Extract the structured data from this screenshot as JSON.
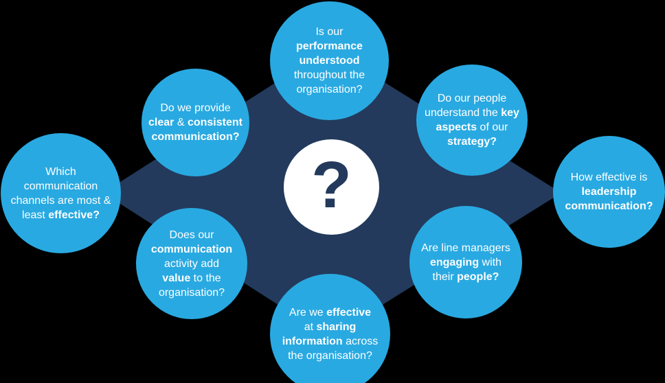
{
  "colors": {
    "background": "#000000",
    "diamond": "#233a5c",
    "bubble": "#29a9e1",
    "bubble_text": "#ffffff",
    "center_circle": "#ffffff",
    "question_mark": "#233a5c"
  },
  "center": {
    "symbol": "?"
  },
  "bubbles": [
    {
      "id": "top",
      "lines": [
        [
          {
            "text": "Is our",
            "bold": false
          }
        ],
        [
          {
            "text": "performance",
            "bold": true
          }
        ],
        [
          {
            "text": "understood",
            "bold": true
          }
        ],
        [
          {
            "text": "throughout the",
            "bold": false
          }
        ],
        [
          {
            "text": "organisation?",
            "bold": false
          }
        ]
      ]
    },
    {
      "id": "top-left",
      "lines": [
        [
          {
            "text": "Do we provide",
            "bold": false
          }
        ],
        [
          {
            "text": "clear",
            "bold": true
          },
          {
            "text": " & ",
            "bold": false
          },
          {
            "text": "consistent",
            "bold": true
          }
        ],
        [
          {
            "text": "communication?",
            "bold": true
          }
        ]
      ]
    },
    {
      "id": "left",
      "lines": [
        [
          {
            "text": "Which",
            "bold": false
          }
        ],
        [
          {
            "text": "communication",
            "bold": false
          }
        ],
        [
          {
            "text": "channels are most &",
            "bold": false
          }
        ],
        [
          {
            "text": "least ",
            "bold": false
          },
          {
            "text": "effective?",
            "bold": true
          }
        ]
      ]
    },
    {
      "id": "bottom-left",
      "lines": [
        [
          {
            "text": "Does our",
            "bold": false
          }
        ],
        [
          {
            "text": "communication",
            "bold": true
          }
        ],
        [
          {
            "text": "activity add",
            "bold": false
          }
        ],
        [
          {
            "text": "value",
            "bold": true
          },
          {
            "text": " to the",
            "bold": false
          }
        ],
        [
          {
            "text": "organisation?",
            "bold": false
          }
        ]
      ]
    },
    {
      "id": "bottom",
      "lines": [
        [
          {
            "text": "Are we ",
            "bold": false
          },
          {
            "text": "effective",
            "bold": true
          }
        ],
        [
          {
            "text": "at ",
            "bold": false
          },
          {
            "text": "sharing",
            "bold": true
          }
        ],
        [
          {
            "text": "information",
            "bold": true
          },
          {
            "text": " across",
            "bold": false
          }
        ],
        [
          {
            "text": "the organisation?",
            "bold": false
          }
        ]
      ]
    },
    {
      "id": "bottom-right",
      "lines": [
        [
          {
            "text": "Are line managers",
            "bold": false
          }
        ],
        [
          {
            "text": "engaging",
            "bold": true
          },
          {
            "text": " with",
            "bold": false
          }
        ],
        [
          {
            "text": "their ",
            "bold": false
          },
          {
            "text": "people?",
            "bold": true
          }
        ]
      ]
    },
    {
      "id": "right",
      "lines": [
        [
          {
            "text": "How effective is",
            "bold": false
          }
        ],
        [
          {
            "text": "leadership",
            "bold": true
          }
        ],
        [
          {
            "text": "communication?",
            "bold": true
          }
        ]
      ]
    },
    {
      "id": "top-right",
      "lines": [
        [
          {
            "text": "Do our people",
            "bold": false
          }
        ],
        [
          {
            "text": "understand the ",
            "bold": false
          },
          {
            "text": "key",
            "bold": true
          }
        ],
        [
          {
            "text": "aspects",
            "bold": true
          },
          {
            "text": " of our",
            "bold": false
          }
        ],
        [
          {
            "text": "strategy?",
            "bold": true
          }
        ]
      ]
    }
  ]
}
